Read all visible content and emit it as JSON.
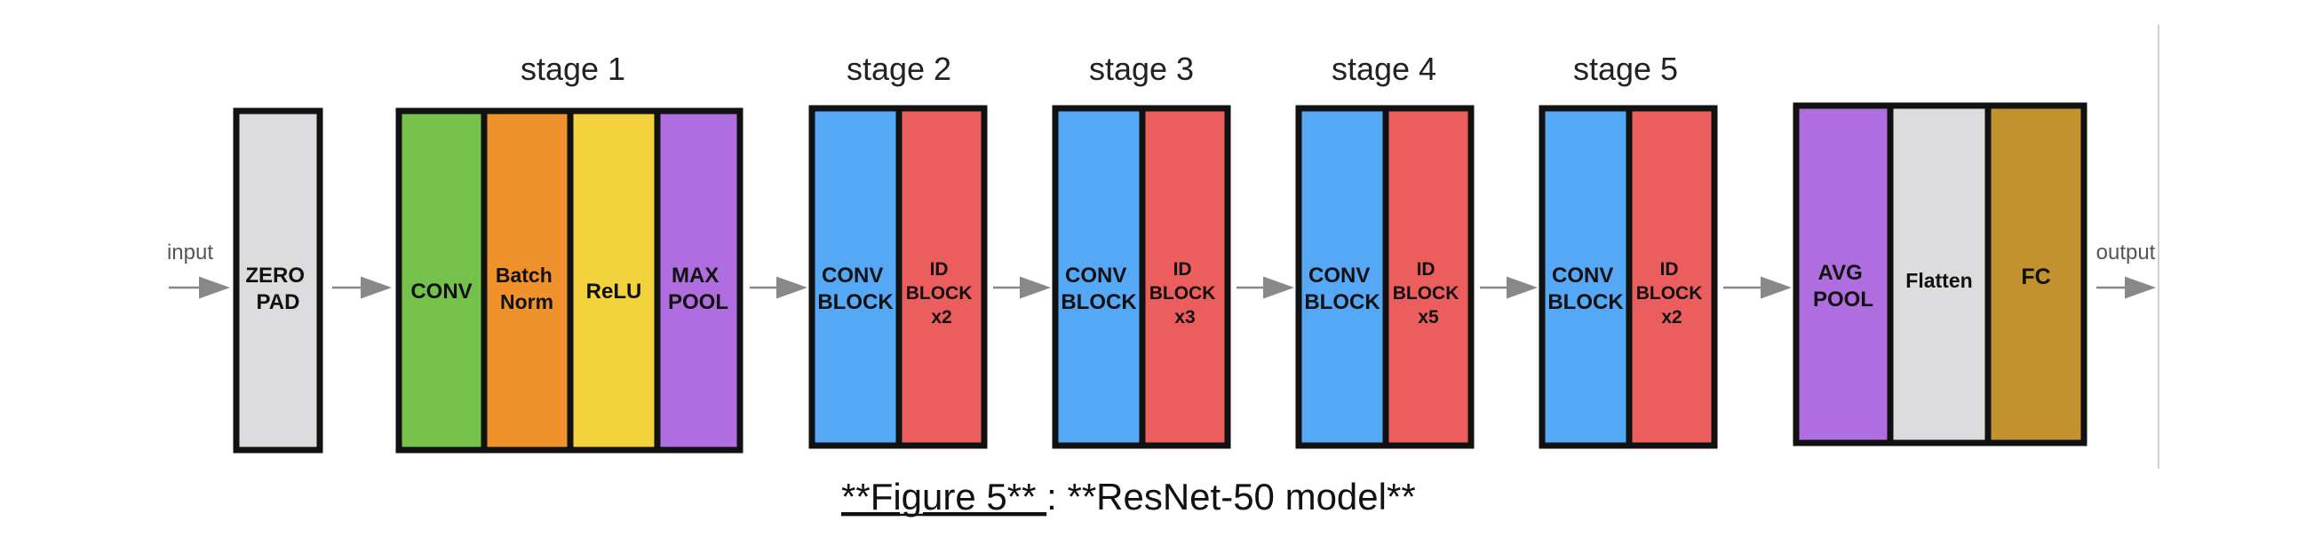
{
  "io": {
    "input": "input",
    "output": "output"
  },
  "stages": [
    "stage 1",
    "stage 2",
    "stage 3",
    "stage 4",
    "stage 5"
  ],
  "colors": {
    "gray": "#DCDCDE",
    "green": "#76C04C",
    "orange": "#F0922C",
    "yellow": "#F3D23E",
    "purple": "#B06DE0",
    "blue": "#55A8F5",
    "red": "#EC5E5E",
    "gold": "#C2922E"
  },
  "blocks": {
    "zero_pad": [
      "ZERO",
      "PAD"
    ],
    "conv": [
      "CONV"
    ],
    "batch_norm": [
      "Batch",
      "Norm"
    ],
    "relu": [
      "ReLU"
    ],
    "max_pool": [
      "MAX",
      "POOL"
    ],
    "s2_conv_block": [
      "CONV",
      "BLOCK"
    ],
    "s2_id_block": [
      "ID",
      "BLOCK",
      "x2"
    ],
    "s3_conv_block": [
      "CONV",
      "BLOCK"
    ],
    "s3_id_block": [
      "ID",
      "BLOCK",
      "x3"
    ],
    "s4_conv_block": [
      "CONV",
      "BLOCK"
    ],
    "s4_id_block": [
      "ID",
      "BLOCK",
      "x5"
    ],
    "s5_conv_block": [
      "CONV",
      "BLOCK"
    ],
    "s5_id_block": [
      "ID",
      "BLOCK",
      "x2"
    ],
    "avg_pool": [
      "AVG",
      "POOL"
    ],
    "flatten": [
      "Flatten"
    ],
    "fc": [
      "FC"
    ]
  },
  "caption": {
    "figure": "**Figure 5** ",
    "separator": ": ",
    "title": "**ResNet-50 model**"
  }
}
